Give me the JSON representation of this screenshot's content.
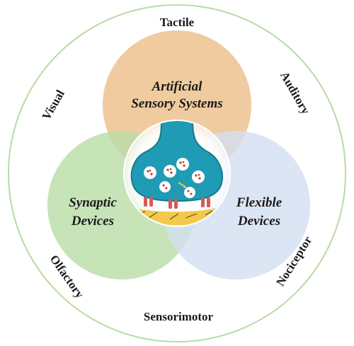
{
  "outer_labels": {
    "top": "Tactile",
    "upper_right": "Auditory",
    "lower_right": "Nociceptor",
    "bottom": "Sensorimotor",
    "lower_left": "Olfactory",
    "upper_left": "Visual"
  },
  "circles": {
    "top": {
      "line1": "Artificial",
      "line2": "Sensory Systems",
      "color": "#ecc28e"
    },
    "left": {
      "line1": "Synaptic",
      "line2": "Devices",
      "color": "#b9dca6"
    },
    "right": {
      "line1": "Flexible",
      "line2": "Devices",
      "color": "#d3dff0"
    }
  },
  "colors": {
    "outer_ring": "#b8dba4",
    "synapse_blue": "#1f9bb5",
    "vesicle": "#ffffff",
    "vesicle_dots": "#c0392b",
    "membrane": "#f2c94c"
  }
}
